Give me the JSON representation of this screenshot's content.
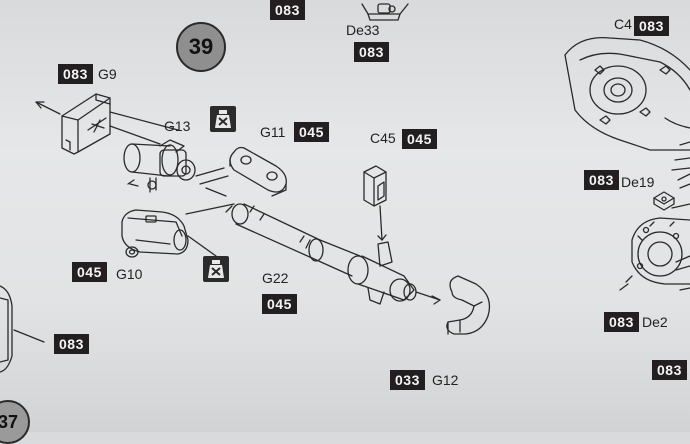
{
  "step": {
    "number": "39",
    "prev_number": "37"
  },
  "badges": {
    "top_center": "083",
    "de33_color": "083",
    "c4_color": "083",
    "g9_color": "083",
    "g11_color": "045",
    "c45_color": "045",
    "de19_color": "083",
    "g10_color": "045",
    "g22_color": "045",
    "left_color": "083",
    "de2_color": "083",
    "g12_color": "033",
    "right_bottom_color": "083"
  },
  "labels": {
    "de33": "De33",
    "c4": "C4",
    "g9": "G9",
    "g13": "G13",
    "g11": "G11",
    "c45": "C45",
    "de19": "De19",
    "g10": "G10",
    "g22": "G22",
    "de2": "De2",
    "g12": "G12"
  },
  "icons": [
    "no-glue-icon",
    "no-glue-icon"
  ]
}
